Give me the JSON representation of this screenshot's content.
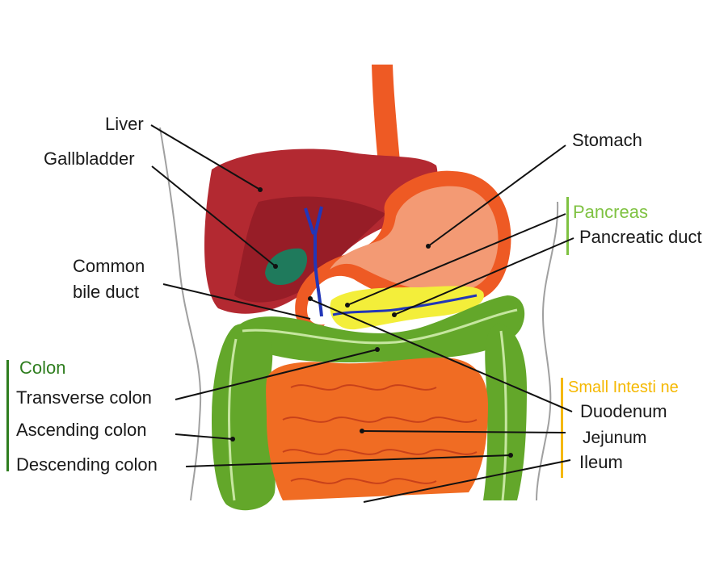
{
  "colors": {
    "liver": "#b32931",
    "liver_shade": "#971d27",
    "stomach": "#ee5a24",
    "stomach_inner": "#f39a74",
    "gallbladder": "#1f7a5c",
    "bile": "#2236b8",
    "pancreas": "#f3ee3a",
    "colon": "#63a72a",
    "colon_dark": "#3d7f17",
    "intestine": "#f06c23",
    "body_outline": "#9a9a9a",
    "colon_group": "#2e7d1e",
    "pancreas_group": "#7fc242",
    "small_intestine_group": "#f5b800"
  },
  "labels": {
    "liver": "Liver",
    "gallbladder": "Gallbladder",
    "common_bile_duct_line1": "Common",
    "common_bile_duct_line2": "bile duct",
    "stomach": "Stomach",
    "pancreas": "Pancreas",
    "pancreatic_duct": "Pancreatic duct",
    "colon": "Colon",
    "transverse_colon": "Transverse colon",
    "ascending_colon": "Ascending colon",
    "descending_colon": "Descending colon",
    "small_intestine": "Small Intesti ne",
    "duodenum": "Duodenum",
    "jejunum": "Jejunum",
    "ileum": "Ileum"
  }
}
